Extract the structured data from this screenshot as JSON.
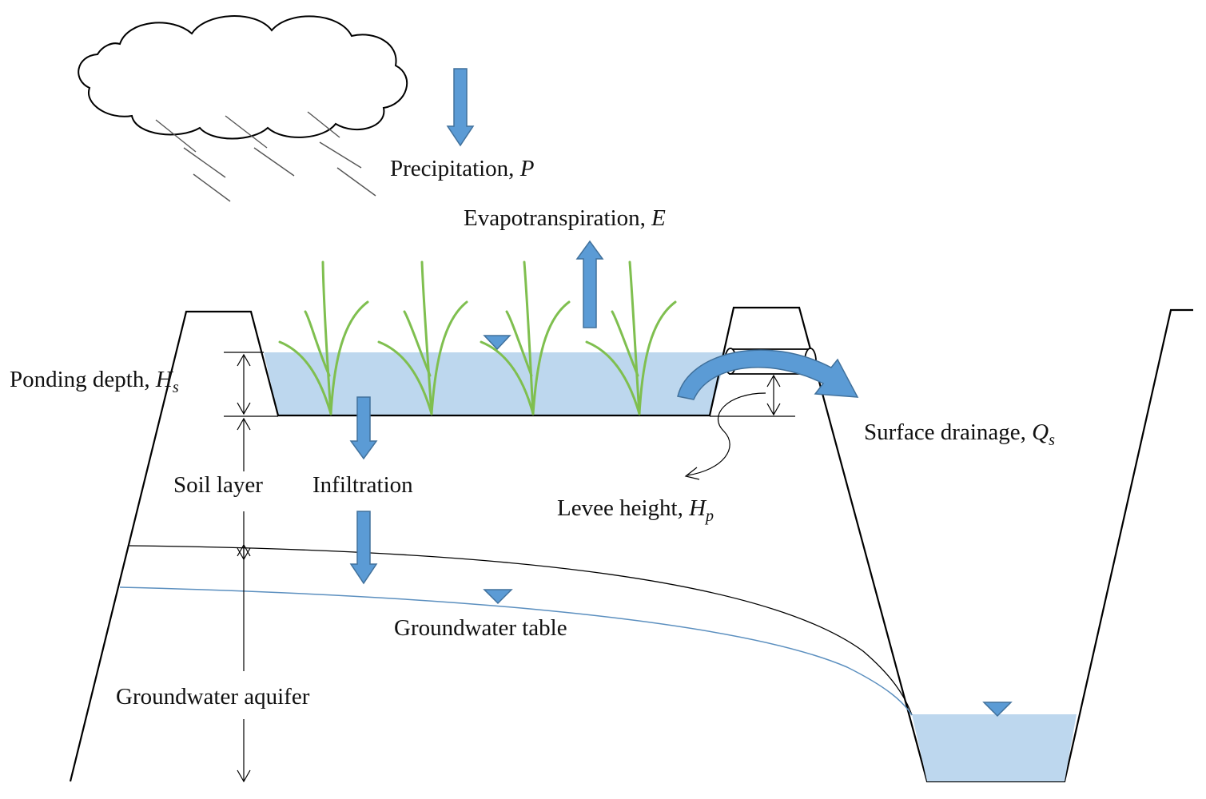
{
  "labels": {
    "precipitation": {
      "text": "Precipitation, ",
      "symbol": "P",
      "sub": ""
    },
    "evapotranspiration": {
      "text": "Evapotranspiration, ",
      "symbol": "E",
      "sub": ""
    },
    "ponding_depth": {
      "text": "Ponding depth, ",
      "symbol": "H",
      "sub": "s"
    },
    "soil_layer": {
      "text": "Soil layer"
    },
    "infiltration": {
      "text": "Infiltration"
    },
    "levee_height": {
      "text": "Levee height, ",
      "symbol": "H",
      "sub": "p"
    },
    "surface_drainage": {
      "text": "Surface drainage, ",
      "symbol": "Q",
      "sub": "s"
    },
    "groundwater_table": {
      "text": "Groundwater table"
    },
    "groundwater_aquifer": {
      "text": "Groundwater aquifer"
    }
  },
  "colors": {
    "water_fill": "#bdd7ee",
    "arrow_fill": "#5b9bd5",
    "arrow_stroke": "#41719c",
    "plant": "#7fbf4f",
    "outline": "#000000",
    "groundwater_line": "#5b8fbf"
  }
}
